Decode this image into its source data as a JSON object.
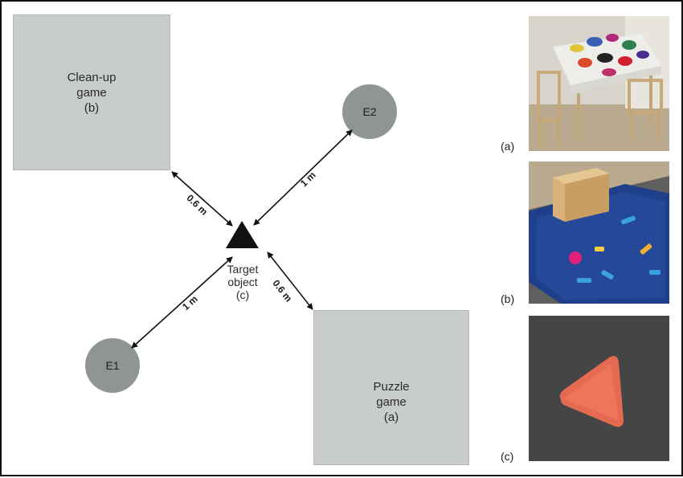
{
  "areas": {
    "cleanup": {
      "label": "Clean-up\ngame\n(b)"
    },
    "puzzle": {
      "label": "Puzzle\ngame\n(a)"
    }
  },
  "experimenters": {
    "e1": {
      "label": "E1"
    },
    "e2": {
      "label": "E2"
    }
  },
  "target": {
    "label": "Target\nobject\n(c)"
  },
  "distances": {
    "to_e2": "1 m",
    "to_e1": "1 m",
    "to_cleanup": "0.6 m",
    "to_puzzle": "0.6 m"
  },
  "photos": {
    "a": {
      "label": "(a)",
      "icon": "table-with-puzzle-icon"
    },
    "b": {
      "label": "(b)",
      "icon": "box-on-rug-icon"
    },
    "c": {
      "label": "(c)",
      "icon": "triangle-object-icon"
    }
  },
  "colors": {
    "area_fill": "#c9cccc",
    "person_fill": "#8f9494",
    "target_fill": "#111111"
  }
}
